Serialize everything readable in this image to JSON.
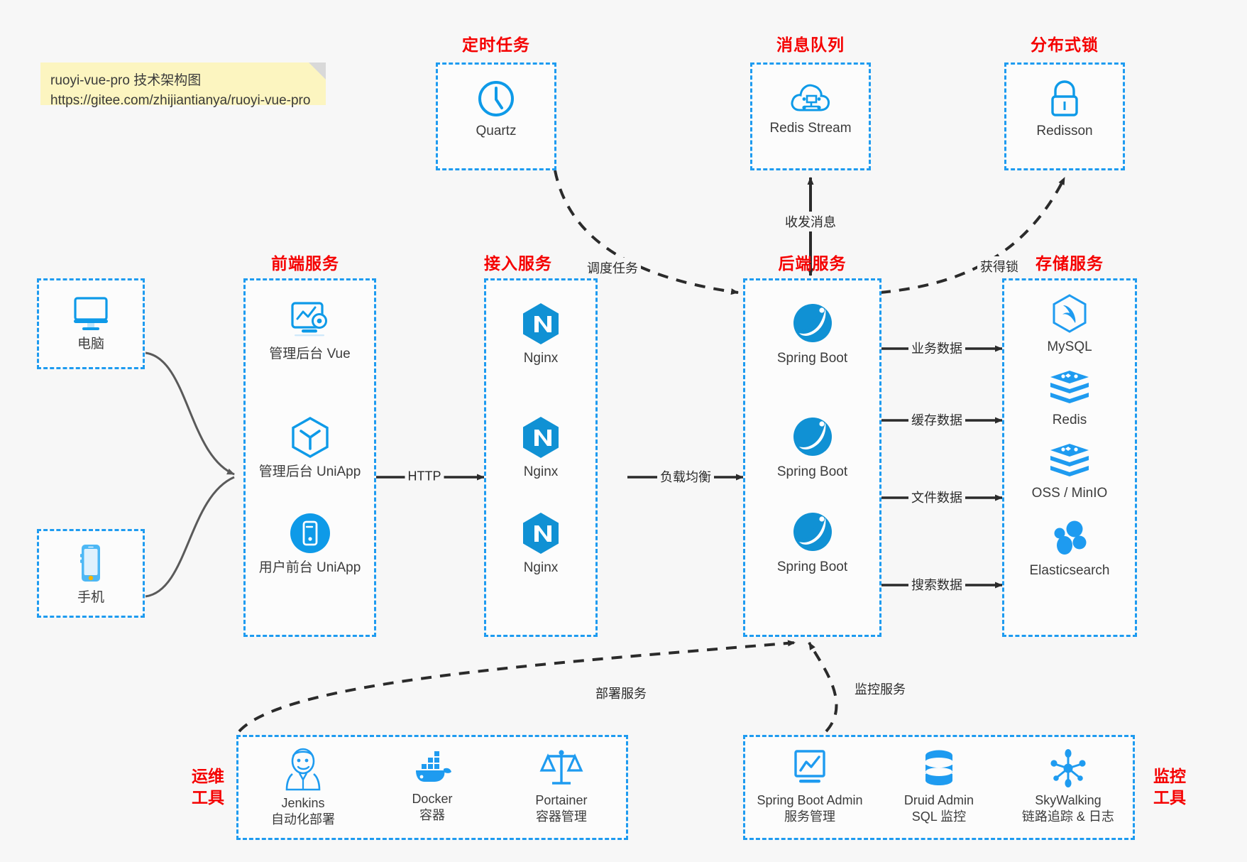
{
  "note": {
    "line1": "ruoyi-vue-pro 技术架构图",
    "line2": "https://gitee.com/zhijiantianya/ruoyi-vue-pro"
  },
  "colors": {
    "accent_blue": "#1e9bf0",
    "icon_blue": "#0e9ae8",
    "title_red": "#f50000",
    "background": "#f7f7f7",
    "note_yellow": "#fcf5c0",
    "edge_dark": "#2b2b2b"
  },
  "groups": {
    "scheduler": {
      "title": "定时任务",
      "nodes": [
        {
          "label": "Quartz",
          "icon": "clock-icon"
        }
      ]
    },
    "message_queue": {
      "title": "消息队列",
      "nodes": [
        {
          "label": "Redis Stream",
          "icon": "cloud-stream-icon"
        }
      ]
    },
    "distributed_lock": {
      "title": "分布式锁",
      "nodes": [
        {
          "label": "Redisson",
          "icon": "lock-icon"
        }
      ]
    },
    "clients": {
      "nodes": [
        {
          "label": "电脑",
          "icon": "desktop-monitor-icon"
        },
        {
          "label": "手机",
          "icon": "mobile-phone-icon"
        }
      ]
    },
    "frontend": {
      "title": "前端服务",
      "nodes": [
        {
          "label": "管理后台 Vue",
          "icon": "dashboard-gear-icon"
        },
        {
          "label": "管理后台 UniApp",
          "icon": "hexagon-cube-icon"
        },
        {
          "label": "用户前台 UniApp",
          "icon": "mobile-circle-icon"
        }
      ]
    },
    "gateway": {
      "title": "接入服务",
      "nodes": [
        {
          "label": "Nginx",
          "icon": "nginx-icon"
        },
        {
          "label": "Nginx",
          "icon": "nginx-icon"
        },
        {
          "label": "Nginx",
          "icon": "nginx-icon"
        }
      ]
    },
    "backend": {
      "title": "后端服务",
      "nodes": [
        {
          "label": "Spring Boot",
          "icon": "spring-leaf-icon"
        },
        {
          "label": "Spring Boot",
          "icon": "spring-leaf-icon"
        },
        {
          "label": "Spring Boot",
          "icon": "spring-leaf-icon"
        }
      ]
    },
    "storage": {
      "title": "存储服务",
      "nodes": [
        {
          "label": "MySQL",
          "icon": "mysql-dolphin-icon"
        },
        {
          "label": "Redis",
          "icon": "redis-stack-icon"
        },
        {
          "label": "OSS / MinIO",
          "icon": "redis-stack-icon"
        },
        {
          "label": "Elasticsearch",
          "icon": "elasticsearch-icon"
        }
      ]
    },
    "devops": {
      "title_line1": "运维",
      "title_line2": "工具",
      "nodes": [
        {
          "name": "Jenkins",
          "desc": "自动化部署",
          "icon": "jenkins-butler-icon"
        },
        {
          "name": "Docker",
          "desc": "容器",
          "icon": "docker-whale-icon"
        },
        {
          "name": "Portainer",
          "desc": "容器管理",
          "icon": "scales-balance-icon"
        }
      ]
    },
    "monitoring": {
      "title_line1": "监控",
      "title_line2": "工具",
      "nodes": [
        {
          "name": "Spring Boot Admin",
          "desc": "服务管理",
          "icon": "monitor-chart-icon"
        },
        {
          "name": "Druid Admin",
          "desc": "SQL 监控",
          "icon": "database-cylinder-icon"
        },
        {
          "name": "SkyWalking",
          "desc": "链路追踪 & 日志",
          "icon": "network-nodes-icon"
        }
      ]
    }
  },
  "edges": [
    {
      "id": "http",
      "label": "HTTP",
      "from": "frontend",
      "to": "gateway",
      "style": "solid"
    },
    {
      "id": "lb",
      "label": "负载均衡",
      "from": "gateway",
      "to": "backend",
      "style": "solid"
    },
    {
      "id": "biz-data",
      "label": "业务数据",
      "from": "backend",
      "to": "mysql",
      "style": "solid"
    },
    {
      "id": "cache-data",
      "label": "缓存数据",
      "from": "backend",
      "to": "redis",
      "style": "solid"
    },
    {
      "id": "file-data",
      "label": "文件数据",
      "from": "backend",
      "to": "oss-minio",
      "style": "solid"
    },
    {
      "id": "search-data",
      "label": "搜索数据",
      "from": "backend",
      "to": "elasticsearch",
      "style": "solid"
    },
    {
      "id": "schedule",
      "label": "调度任务",
      "from": "scheduler",
      "to": "backend",
      "style": "dashed"
    },
    {
      "id": "mq",
      "label": "收发消息",
      "from": "backend",
      "to": "message_queue",
      "style": "dashed-bidirectional"
    },
    {
      "id": "lock",
      "label": "获得锁",
      "from": "backend",
      "to": "distributed_lock",
      "style": "dashed"
    },
    {
      "id": "deploy",
      "label": "部署服务",
      "from": "devops",
      "to": "backend",
      "style": "dashed"
    },
    {
      "id": "monitor",
      "label": "监控服务",
      "from": "monitoring",
      "to": "backend",
      "style": "dashed"
    }
  ]
}
